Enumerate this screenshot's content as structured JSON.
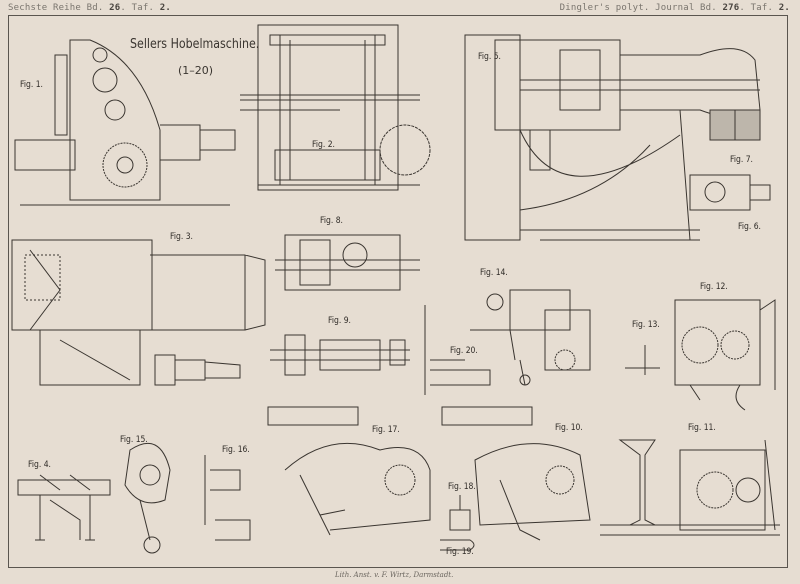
{
  "header": {
    "left_prefix": "Sechste Reihe Bd.",
    "left_volume": "26",
    "left_plate_prefix": ". Taf.",
    "left_plate": "2.",
    "right_prefix": "Dingler's polyt. Journal Bd.",
    "right_volume": "276",
    "right_plate_prefix": ". Taf.",
    "right_plate": "2."
  },
  "title": "Sellers Hobelmaschine.",
  "figure_range": "(1–20)",
  "figures": [
    {
      "id": "fig-1",
      "label": "Fig. 1."
    },
    {
      "id": "fig-2",
      "label": "Fig. 2."
    },
    {
      "id": "fig-3",
      "label": "Fig. 3."
    },
    {
      "id": "fig-4",
      "label": "Fig. 4."
    },
    {
      "id": "fig-5",
      "label": "Fig. 5."
    },
    {
      "id": "fig-6",
      "label": "Fig. 6."
    },
    {
      "id": "fig-7",
      "label": "Fig. 7."
    },
    {
      "id": "fig-8",
      "label": "Fig. 8."
    },
    {
      "id": "fig-9",
      "label": "Fig. 9."
    },
    {
      "id": "fig-10",
      "label": "Fig. 10."
    },
    {
      "id": "fig-11",
      "label": "Fig. 11."
    },
    {
      "id": "fig-12",
      "label": "Fig. 12."
    },
    {
      "id": "fig-13",
      "label": "Fig. 13."
    },
    {
      "id": "fig-14",
      "label": "Fig. 14."
    },
    {
      "id": "fig-15",
      "label": "Fig. 15."
    },
    {
      "id": "fig-16",
      "label": "Fig. 16."
    },
    {
      "id": "fig-17",
      "label": "Fig. 17."
    },
    {
      "id": "fig-18",
      "label": "Fig. 18."
    },
    {
      "id": "fig-19",
      "label": "Fig. 19."
    },
    {
      "id": "fig-20",
      "label": "Fig. 20."
    }
  ],
  "footer": "Lith. Anst. v. F. Wirtz, Darmstadt."
}
